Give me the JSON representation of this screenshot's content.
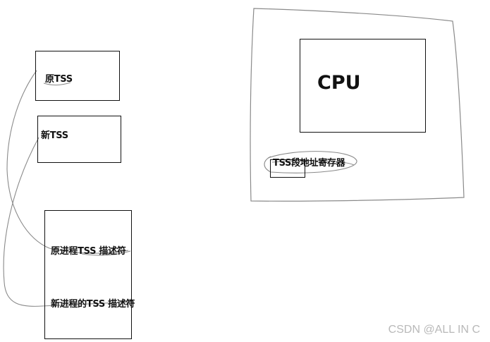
{
  "left_boxes": {
    "old_tss": {
      "label": "原TSS"
    },
    "new_tss": {
      "label": "新TSS"
    },
    "gdt": {
      "old_desc_label": "原进程TSS 描述符",
      "new_desc_label": "新进程的TSS 描述符"
    }
  },
  "cpu_panel": {
    "cpu_label": "CPU",
    "tss_register_label": "TSS段地址寄存器"
  },
  "watermark": "CSDN @ALL IN C",
  "colors": {
    "ink": "#111111",
    "pencil": "#8a8a8a",
    "watermark": "#b9b9b9"
  }
}
